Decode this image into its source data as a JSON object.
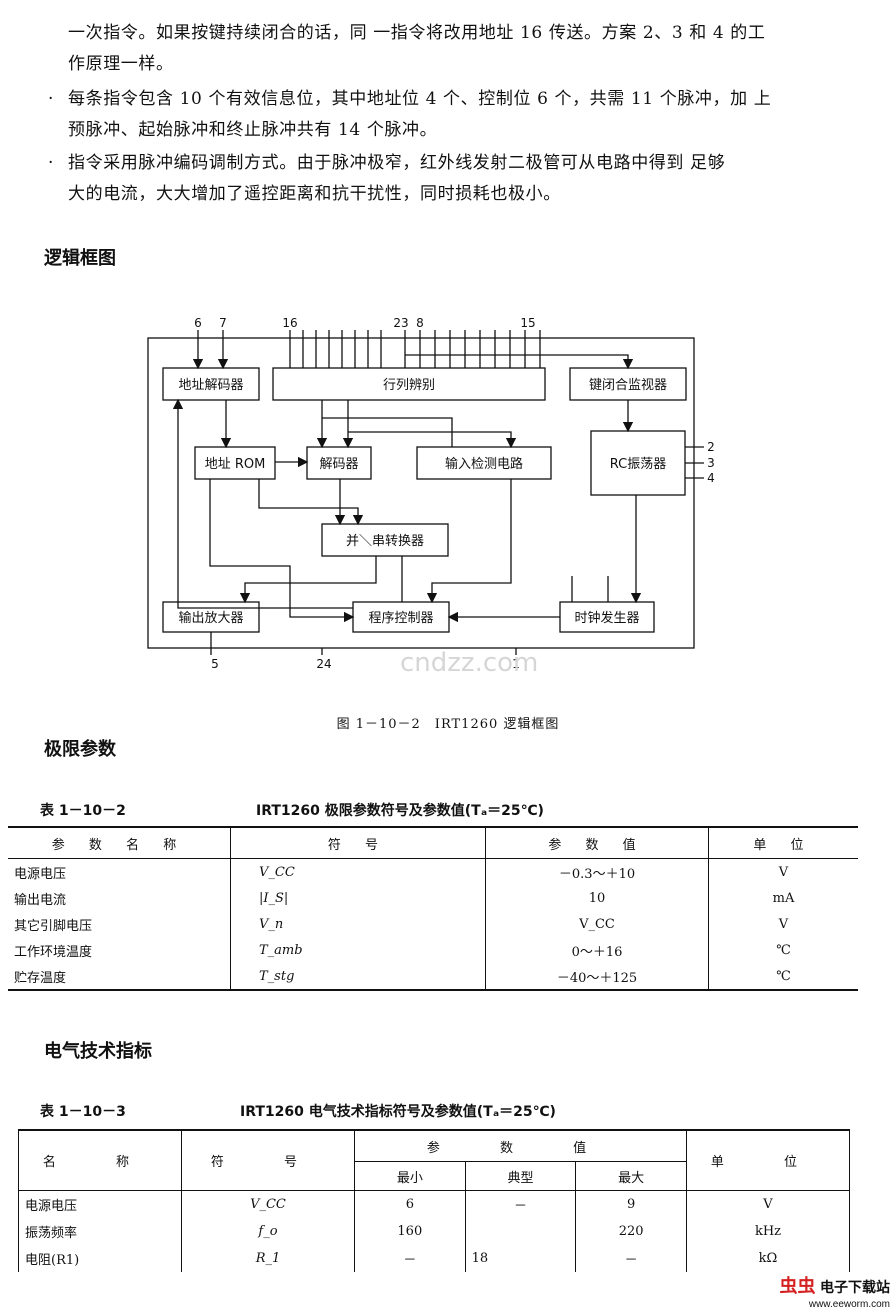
{
  "paragraphs": [
    {
      "bullet": "",
      "lines": [
        "一次指令。如果按键持续闭合的话，同 一指令将改用地址 16 传送。方案 2、3 和 4 的工",
        "作原理一样。"
      ]
    },
    {
      "bullet": "·",
      "lines": [
        "每条指令包含 10 个有效信息位，其中地址位 4 个、控制位 6 个，共需 11 个脉冲，加 上",
        "预脉冲、起始脉冲和终止脉冲共有 14 个脉冲。"
      ]
    },
    {
      "bullet": "·",
      "lines": [
        "指令采用脉冲编码调制方式。由于脉冲极窄，红外线发射二极管可从电路中得到 足够",
        "大的电流，大大增加了遥控距离和抗干扰性，同时损耗也极小。"
      ]
    }
  ],
  "sections": {
    "logic_title": "逻辑框图",
    "limits_title": "极限参数",
    "electrical_title": "电气技术指标"
  },
  "diagram": {
    "blocks": {
      "addr_decoder": "地址解码器",
      "row_col": "行列辨别",
      "key_monitor": "键闭合监视器",
      "addr_rom": "地址 ROM",
      "decoder": "解码器",
      "input_detect": "输入检测电路",
      "rc_osc": "RC振荡器",
      "par_ser": "并＼串转换器",
      "out_amp": "输出放大器",
      "prog_ctrl": "程序控制器",
      "clock_gen": "时钟发生器"
    },
    "pins": {
      "p6": "6",
      "p7": "7",
      "p16": "16",
      "p23": "23",
      "p8": "8",
      "p15": "15",
      "p2": "2",
      "p3": "3",
      "p4": "4",
      "p5": "5",
      "p24": "24",
      "p1": "1"
    },
    "watermark": "cndzz.com"
  },
  "figure_caption": "图 1－10－2　IRT1260 逻辑框图",
  "table1": {
    "caption_no": "表 1－10－2",
    "caption_title": "IRT1260 极限参数符号及参数值(Tₐ＝25℃)",
    "headers": [
      "参 数 名 称",
      "符 号",
      "参 数 值",
      "单 位"
    ],
    "rows": [
      [
        "电源电压",
        "V_CC",
        "－0.3～＋10",
        "V"
      ],
      [
        "输出电流",
        "|I_S|",
        "10",
        "mA"
      ],
      [
        "其它引脚电压",
        "V_n",
        "V_CC",
        "V"
      ],
      [
        "工作环境温度",
        "T_amb",
        "0～＋16",
        "℃"
      ],
      [
        "贮存温度",
        "T_stg",
        "－40～＋125",
        "℃"
      ]
    ]
  },
  "table2": {
    "caption_no": "表 1－10－3",
    "caption_title": "IRT1260 电气技术指标符号及参数值(Tₐ＝25℃)",
    "headers": {
      "name": "名 称",
      "symbol": "符 号",
      "params": "参 数 值",
      "min": "最小",
      "typ": "典型",
      "max": "最大",
      "unit": "单 位"
    },
    "rows": [
      [
        "电源电压",
        "V_CC",
        "6",
        "－",
        "9",
        "V"
      ],
      [
        "振荡频率",
        "f_o",
        "160",
        "",
        "220",
        "kHz"
      ],
      [
        "电阻(R1)",
        "R_1",
        "－",
        "18",
        "－",
        "kΩ"
      ]
    ]
  },
  "logo": {
    "brand": "虫虫",
    "text": "电子下载站",
    "url": "www.eeworm.com"
  }
}
